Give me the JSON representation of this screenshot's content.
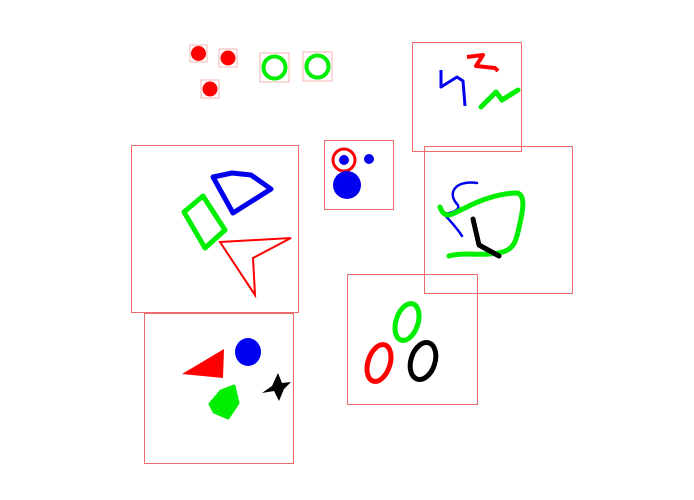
{
  "colors": {
    "red": "#ff0000",
    "green": "#00ee00",
    "blue": "#0000ee",
    "black": "#000000",
    "box_border": "#ef6a6a",
    "small_box_border": "#f4a0a0"
  },
  "scene": {
    "groups": [
      {
        "name": "top-dots-and-rings",
        "shapes": [
          "red-dot",
          "red-dot",
          "red-dot",
          "green-ring",
          "green-ring"
        ]
      },
      {
        "name": "zigzag-lines",
        "shapes": [
          "red-zigzag",
          "blue-zigzag",
          "green-zigzag"
        ]
      },
      {
        "name": "polygon-trio",
        "shapes": [
          "blue-pentagon-outline",
          "green-quad-outline",
          "red-arrowhead-outline"
        ]
      },
      {
        "name": "circle-cluster",
        "shapes": [
          "red-ring",
          "blue-dot",
          "blue-small-dot",
          "blue-disc"
        ]
      },
      {
        "name": "freeform-strokes",
        "shapes": [
          "blue-curve",
          "green-loop",
          "black-l-stroke"
        ]
      },
      {
        "name": "solid-shapes",
        "shapes": [
          "red-triangle",
          "blue-ellipse",
          "green-blob",
          "black-star"
        ]
      },
      {
        "name": "ellipse-trio",
        "shapes": [
          "green-ellipse-outline",
          "red-ellipse-outline",
          "black-ellipse-outline"
        ]
      }
    ]
  }
}
